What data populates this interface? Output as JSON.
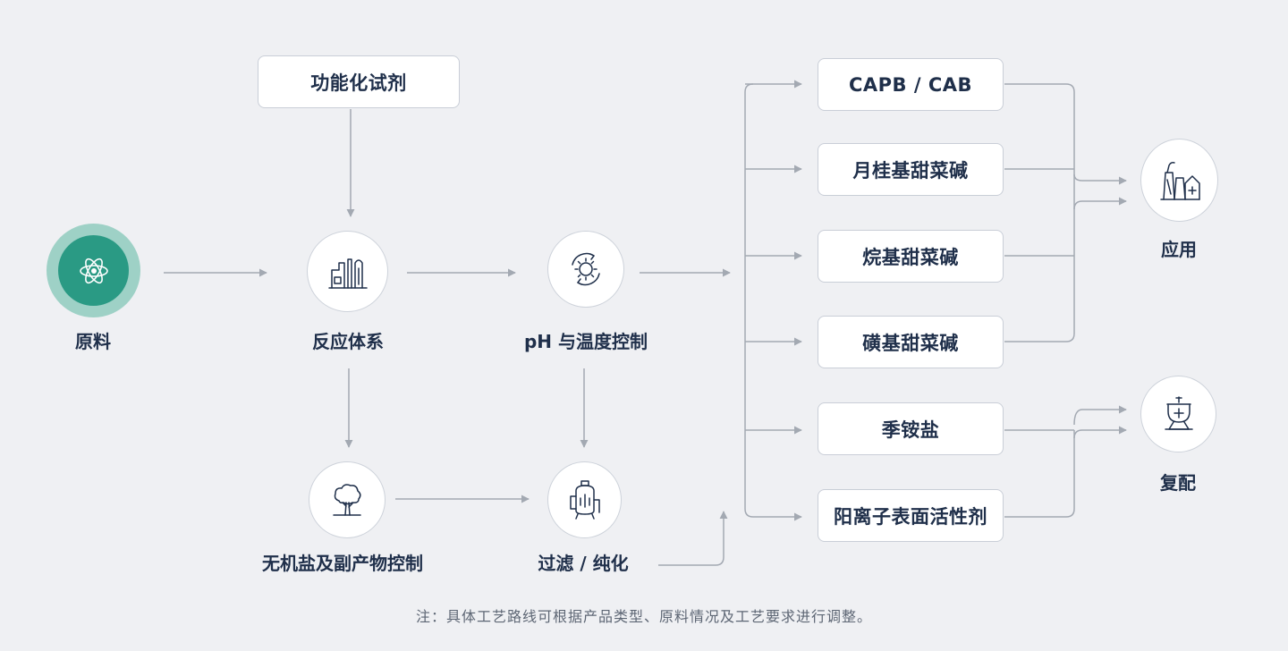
{
  "colors": {
    "background": "#eff0f3",
    "accent": "#2a9a84",
    "accent_halo": "#9ed1c6",
    "connector": "#a3a9b2",
    "text": "#1f2f4a"
  },
  "nodes": {
    "raw_material": {
      "label": "原料",
      "icon": "atom-icon"
    },
    "reagent": {
      "label": "功能化试剂"
    },
    "reaction": {
      "label": "反应体系",
      "icon": "factory-icon"
    },
    "ph_temp": {
      "label": "pH 与温度控制",
      "icon": "gear-cycle-icon"
    },
    "salt_control": {
      "label": "无机盐及副产物控制",
      "icon": "tree-icon"
    },
    "filtration": {
      "label": "过滤 / 纯化",
      "icon": "filter-tank-icon"
    },
    "application": {
      "label": "应用",
      "icon": "industrial-building-icon"
    },
    "compounding": {
      "label": "复配",
      "icon": "mixing-vessel-icon"
    }
  },
  "products": [
    {
      "label": "CAPB / CAB"
    },
    {
      "label": "月桂基甜菜碱"
    },
    {
      "label": "烷基甜菜碱"
    },
    {
      "label": "磺基甜菜碱"
    },
    {
      "label": "季铵盐"
    },
    {
      "label": "阳离子表面活性剂"
    }
  ],
  "footnote": "注：具体工艺路线可根据产品类型、原料情况及工艺要求进行调整。"
}
